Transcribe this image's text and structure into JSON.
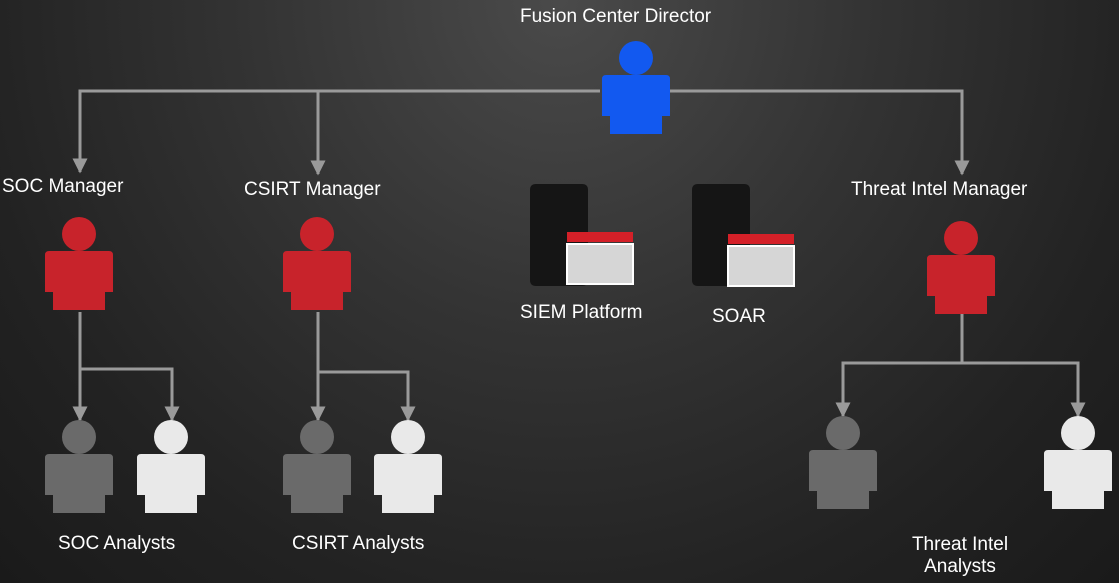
{
  "diagram": {
    "director": {
      "title": "Fusion Center Director",
      "color": "#1259f0"
    },
    "managers": [
      {
        "key": "soc",
        "title": "SOC Manager",
        "color": "#c8232b"
      },
      {
        "key": "csirt",
        "title": "CSIRT Manager",
        "color": "#c8232b"
      },
      {
        "key": "ti",
        "title": "Threat Intel Manager",
        "color": "#c8232b"
      }
    ],
    "teams": [
      {
        "key": "soc",
        "label": "SOC Analysts"
      },
      {
        "key": "csirt",
        "label": "CSIRT Analysts"
      },
      {
        "key": "ti",
        "label_line1": "Threat Intel",
        "label_line2": "Analysts"
      }
    ],
    "platforms": [
      {
        "key": "siem",
        "label": "SIEM Platform"
      },
      {
        "key": "soar",
        "label": "SOAR"
      }
    ],
    "colors": {
      "connector": "#9a9a9a",
      "analyst_dark": "#6a6a6a",
      "analyst_light": "#e9e9e9",
      "device_body": "#151515",
      "device_accent": "#d42028",
      "device_screen": "#d6d6d6"
    }
  }
}
